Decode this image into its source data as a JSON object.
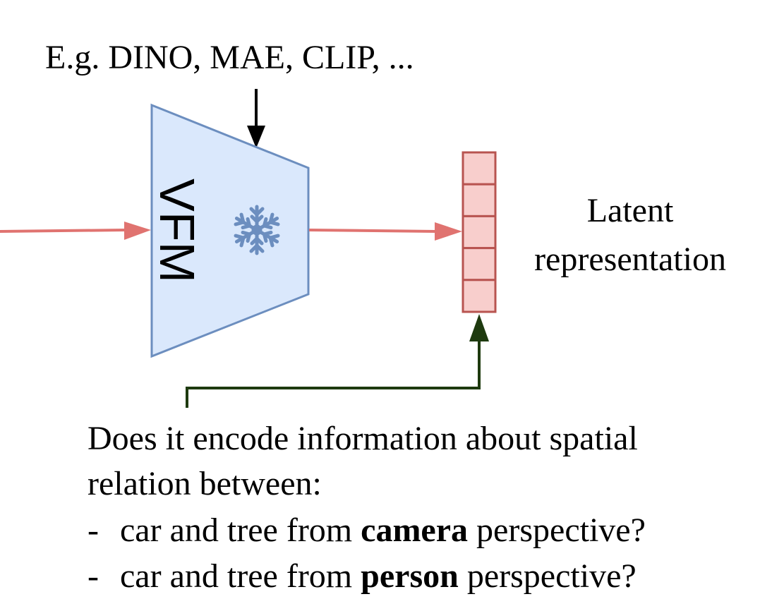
{
  "model_examples": "E.g. DINO, MAE, CLIP, ...",
  "vfm_label": "VFM",
  "latent_label": [
    "Latent",
    "representation"
  ],
  "question": {
    "line1": "Does it encode information about spatial",
    "line2": "relation between:",
    "items": [
      {
        "bullet": "-",
        "pre": "car and tree from ",
        "bold": "camera",
        "post": " perspective?"
      },
      {
        "bullet": "-",
        "pre": "car and tree from ",
        "bold": "person",
        "post": " perspective?"
      }
    ]
  },
  "colors": {
    "vfm_fill": "#dae8fc",
    "vfm_stroke": "#6c8ebf",
    "snowflake": "#6c8ebf",
    "flow_arrow": "#e07370",
    "latent_fill": "#f8cecc",
    "latent_stroke": "#b85450",
    "query_arrow": "#1e3a0f",
    "examples_arrow": "#000000"
  },
  "icons": {
    "frozen": "snowflake-icon"
  },
  "latent_cells": 5
}
